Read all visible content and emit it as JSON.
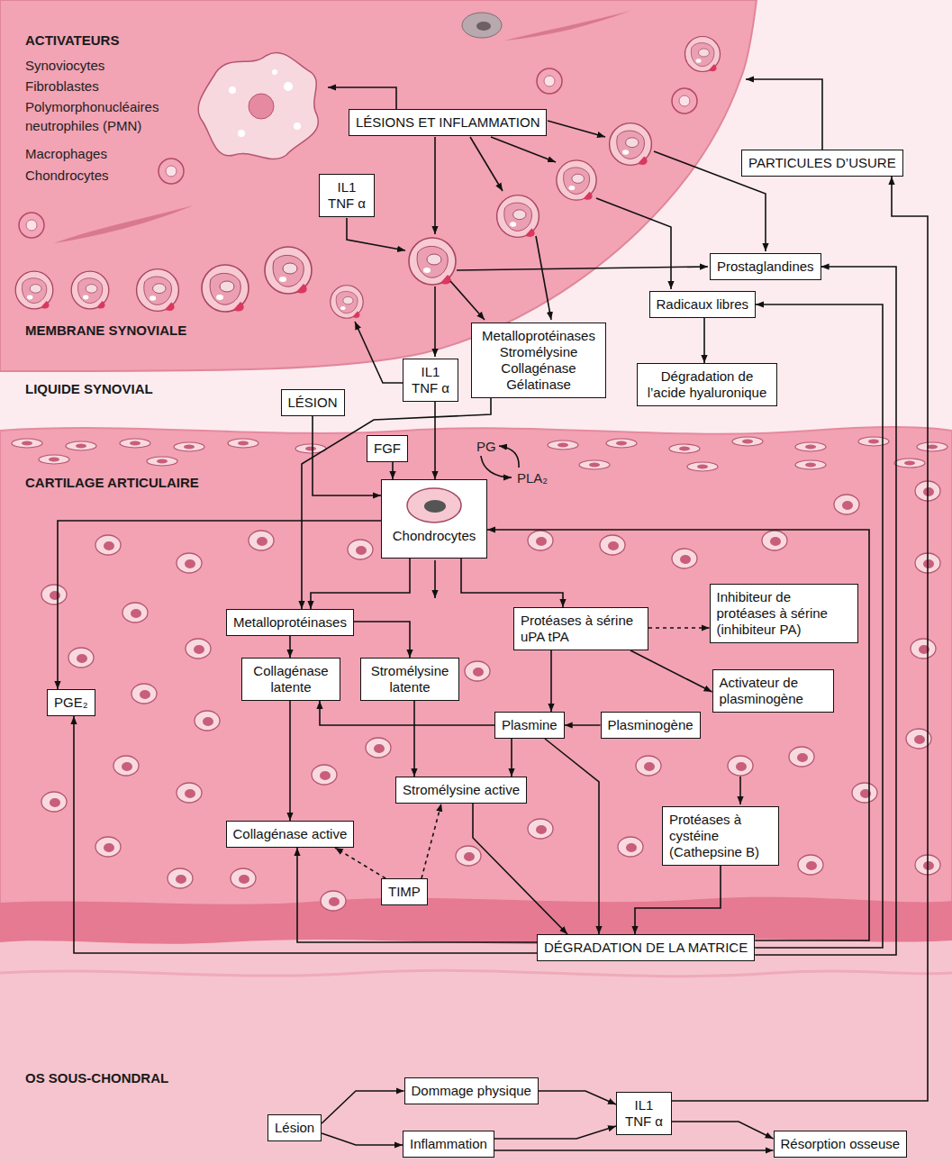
{
  "diagram": {
    "nodes": [
      {
        "text": [
          "LÉSIONS ET INFLAMMATION"
        ]
      },
      {
        "text": [
          "IL1 TNF α"
        ]
      },
      {
        "text": [
          "PARTICULES D’USURE"
        ]
      },
      {
        "text": [
          "Prostaglandines"
        ]
      },
      {
        "text": [
          "Radicaux libres"
        ]
      },
      {
        "text": [
          "Metalloprotéinases Stromélysine Collagénase Gélatinase"
        ]
      },
      {
        "text": [
          "IL1 TNF α"
        ]
      },
      {
        "text": [
          "Dégradation de l’acide hyaluronique"
        ]
      },
      {
        "text": [
          "LÉSION"
        ]
      },
      {
        "text": [
          "FGF"
        ]
      },
      {
        "text": [
          "Chondrocytes"
        ]
      },
      {
        "text": [
          "Metalloprotéinases"
        ]
      },
      {
        "text": [
          "Protéases à sérine uPA tPA"
        ]
      },
      {
        "text": [
          "Inhibiteur de protéases à sérine (inhibiteur PA)"
        ]
      },
      {
        "text": [
          "PGE₂"
        ]
      },
      {
        "text": [
          "Collagénase latente"
        ]
      },
      {
        "text": [
          "Stromélysine latente"
        ]
      },
      {
        "text": [
          "Activateur de plasminogène"
        ]
      },
      {
        "text": [
          "Plasmine"
        ]
      },
      {
        "text": [
          "Plasminogène"
        ]
      },
      {
        "text": [
          "Stromélysine active"
        ]
      },
      {
        "text": [
          "Protéases à cystéine (Cathepsine B)"
        ]
      },
      {
        "text": [
          "Collagénase active"
        ]
      },
      {
        "text": [
          "TIMP"
        ]
      },
      {
        "text": [
          "DÉGRADATION DE LA MATRICE"
        ]
      },
      {
        "text": [
          "Dommage physique"
        ]
      },
      {
        "text": [
          "Lésion"
        ]
      },
      {
        "text": [
          "IL1 TNF α"
        ]
      },
      {
        "text": [
          "Inflammation"
        ]
      },
      {
        "text": [
          "Résorption osseuse"
        ]
      }
    ],
    "edges": [
      {
        "from": 4,
        "to": 7,
        "arrow": "to"
      },
      {
        "from": 5,
        "to": 11,
        "arrow": "to"
      },
      {
        "from": 6,
        "to": 10,
        "arrow": "to"
      },
      {
        "from": 8,
        "to": 10,
        "arrow": "to"
      },
      {
        "from": 9,
        "to": 10,
        "arrow": "to"
      },
      {
        "from": 10,
        "to": 11,
        "arrow": "to"
      },
      {
        "from": 10,
        "to": 12,
        "arrow": "to"
      },
      {
        "from": 10,
        "to": 14,
        "arrow": "to"
      },
      {
        "from": 11,
        "to": 15,
        "arrow": "to"
      },
      {
        "from": 11,
        "to": 16,
        "arrow": "to"
      },
      {
        "from": 12,
        "to": 13,
        "arrow": "to"
      },
      {
        "from": 12,
        "to": 17,
        "arrow": "to"
      },
      {
        "from": 12,
        "to": 18,
        "arrow": "to"
      },
      {
        "from": 19,
        "to": 18,
        "arrow": "to"
      },
      {
        "from": 18,
        "to": 15,
        "arrow": "to"
      },
      {
        "from": 18,
        "to": 20,
        "arrow": "to"
      },
      {
        "from": 16,
        "to": 20,
        "arrow": "to"
      },
      {
        "from": 15,
        "to": 22,
        "arrow": "to"
      },
      {
        "from": 18,
        "to": 24,
        "arrow": "to"
      },
      {
        "from": 20,
        "to": 24,
        "arrow": "to"
      },
      {
        "from": 21,
        "to": 24,
        "arrow": "to"
      },
      {
        "from": 23,
        "to": 22,
        "arrow": "to"
      },
      {
        "from": 23,
        "to": 20,
        "arrow": "to"
      },
      {
        "from": 24,
        "to": 22,
        "arrow": "to"
      },
      {
        "from": 24,
        "to": 14,
        "arrow": "to"
      },
      {
        "from": 24,
        "to": 10,
        "arrow": "to"
      },
      {
        "from": 24,
        "to": 4,
        "arrow": "to"
      },
      {
        "from": 24,
        "to": 3,
        "arrow": "to"
      },
      {
        "from": 26,
        "to": 25,
        "arrow": "to"
      },
      {
        "from": 26,
        "to": 28,
        "arrow": "to"
      },
      {
        "from": 25,
        "to": 27,
        "arrow": "to"
      },
      {
        "from": 28,
        "to": 27,
        "arrow": "to"
      },
      {
        "from": 28,
        "to": 29,
        "arrow": "to"
      },
      {
        "from": 27,
        "to": 29,
        "arrow": "to"
      },
      {
        "from": 27,
        "to": 2,
        "arrow": "to"
      }
    ],
    "labels": [
      "ACTIVATEURS",
      "Synoviocytes",
      "Fibroblastes",
      "Polymorphonucléaires neutrophiles (PMN)",
      "Macrophages",
      "Chondrocytes",
      "MEMBRANE SYNOVIALE",
      "LIQUIDE SYNOVIAL",
      "PG",
      "PLA₂",
      "CARTILAGE ARTICULAIRE",
      "OS SOUS-CHONDRAL"
    ]
  }
}
